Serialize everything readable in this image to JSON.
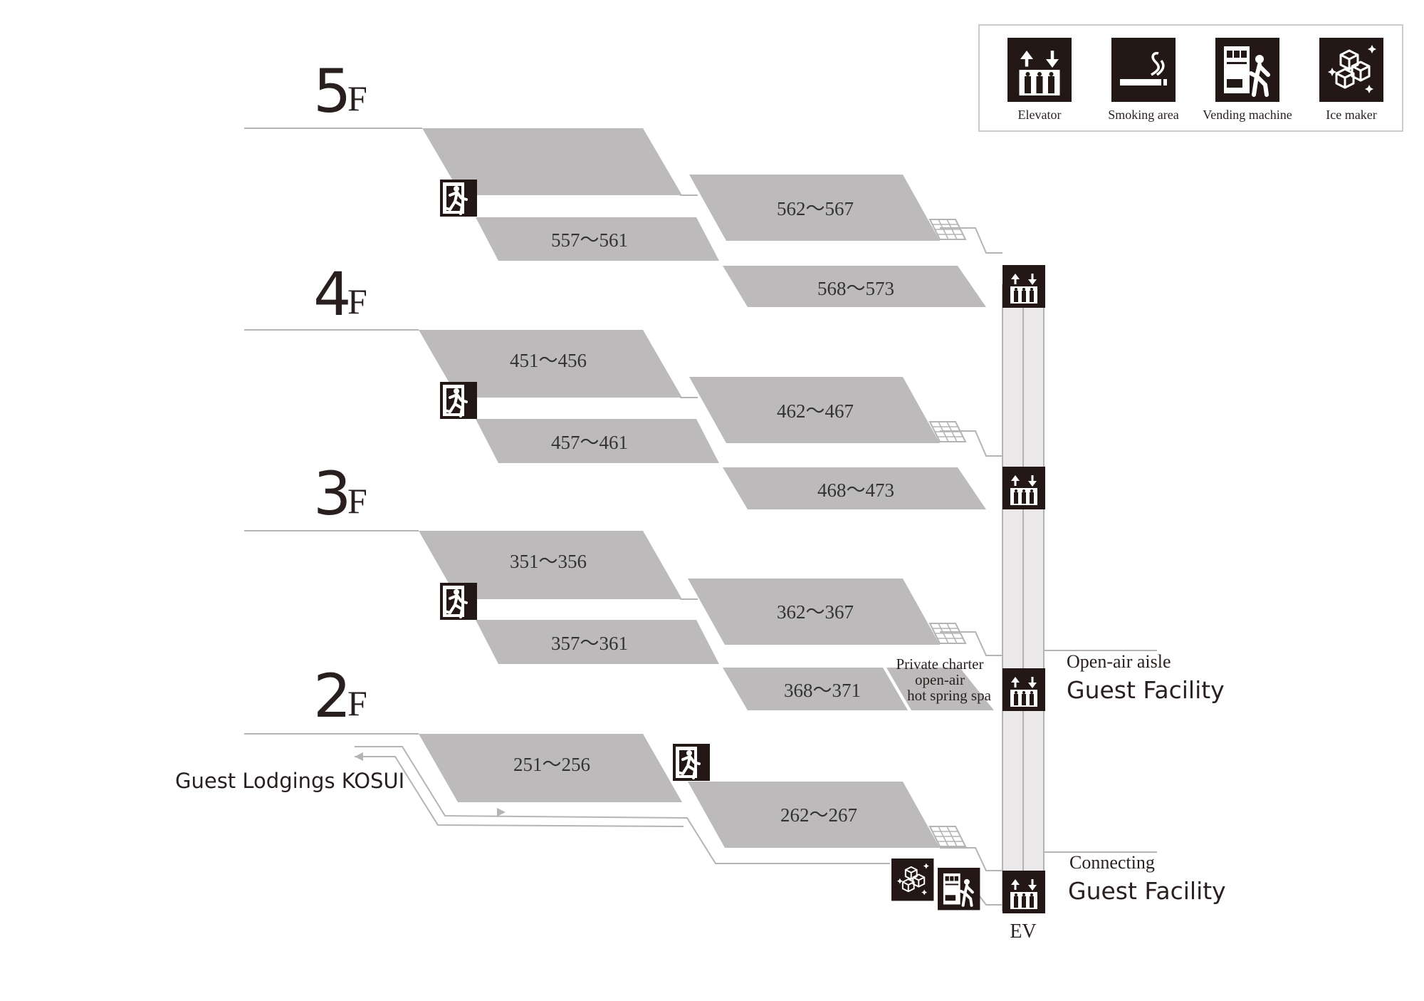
{
  "legend": {
    "items": [
      {
        "icon": "elevator-icon",
        "label": "Elevator"
      },
      {
        "icon": "smoking-area-icon",
        "label": "Smoking area"
      },
      {
        "icon": "vending-machine-icon",
        "label": "Vending machine"
      },
      {
        "icon": "ice-maker-icon",
        "label": "Ice maker"
      }
    ]
  },
  "floors": [
    {
      "num": "5",
      "suffix": "F",
      "rooms": [
        "562〜567",
        "557〜561",
        "568〜573"
      ]
    },
    {
      "num": "4",
      "suffix": "F",
      "rooms": [
        "451〜456",
        "462〜467",
        "457〜461",
        "468〜473"
      ]
    },
    {
      "num": "3",
      "suffix": "F",
      "rooms": [
        "351〜356",
        "362〜367",
        "357〜361",
        "368〜371"
      ]
    },
    {
      "num": "2",
      "suffix": "F",
      "rooms": [
        "251〜256",
        "262〜267"
      ]
    }
  ],
  "spa_label": [
    "Private charter",
    "open-air",
    "hot spring spa"
  ],
  "annotations": {
    "open_air_aisle": "Open-air aisle",
    "guest_facility_1": "Guest Facility",
    "connecting": "Connecting",
    "guest_facility_2": "Guest Facility",
    "guest_lodgings": "Guest Lodgings KOSUI",
    "ev": "EV"
  },
  "colors": {
    "room_fill": "#bcbaba",
    "icon_bg": "#231815",
    "line": "#b4b4b4",
    "elevator_shaft": "#eae8e8"
  }
}
